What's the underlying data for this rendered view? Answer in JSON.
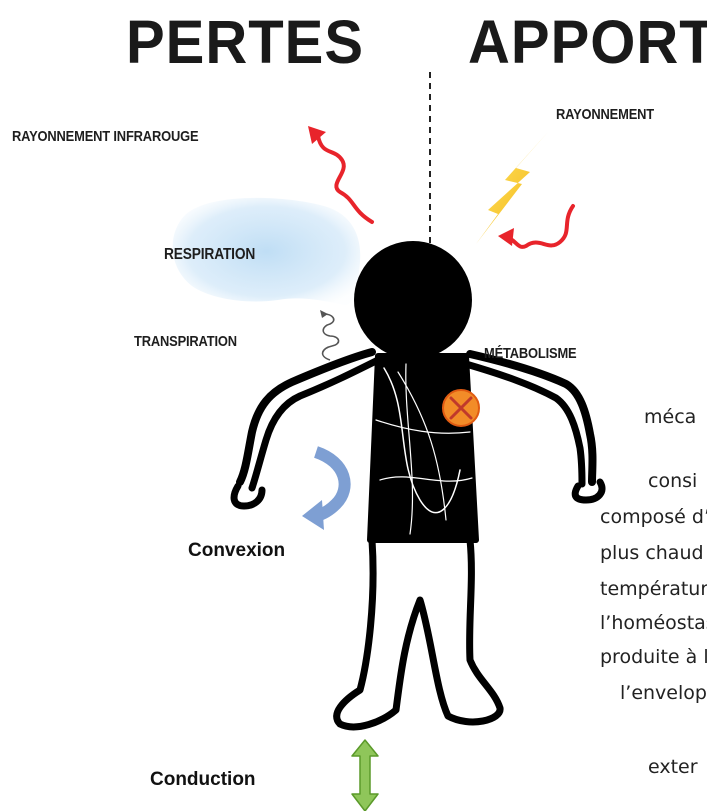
{
  "titles": {
    "losses": "PERTES",
    "gains": "APPORT"
  },
  "labels": {
    "infrared": "RAYONNEMENT INFRAROUGE",
    "radiation": "RAYONNEMENT",
    "respiration": "RESPIRATION",
    "transpiration": "TRANSPIRATION",
    "metabolism": "MÉTABOLISME",
    "convection": "Convexion",
    "conduction": "Conduction"
  },
  "background_text": [
    "méca",
    "consi",
    "composé d’u",
    "plus chaud",
    "température p",
    "l’homéostasie",
    "produite à l’in",
    "l’enveloppe",
    "exter"
  ],
  "colors": {
    "radiation_wave": "#e8242b",
    "lightning": "#f7c21a",
    "breath_cloud": "#bcdcf4",
    "metabolism_dot": "#f28c28",
    "convection_arrow": "#7e9fd3",
    "conduction_arrow": "#8fc65a",
    "figure": "#000000"
  },
  "icons": [
    "lightning-icon",
    "metabolism-marker-icon",
    "curved-arrow-icon",
    "double-arrow-icon"
  ]
}
